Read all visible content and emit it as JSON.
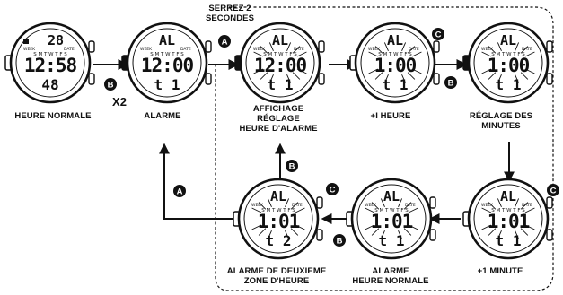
{
  "top_note": [
    "SERREZ 2",
    "SECONDES"
  ],
  "press_count": "X2",
  "buttons": {
    "a": "A",
    "b": "B",
    "c": "C"
  },
  "screen_words": {
    "week": "WEEK",
    "date": "DATE",
    "alarm": "AL"
  },
  "weekdays": "S M T W T F S",
  "watches": [
    {
      "id": "w1",
      "top": "28",
      "main": "12:58",
      "bottom": "48",
      "label": [
        "HEURE NORMALE"
      ]
    },
    {
      "id": "w2",
      "top": "AL",
      "main": "12:00",
      "bottom": "t 1",
      "label": [
        "ALARME"
      ]
    },
    {
      "id": "w3",
      "top": "AL",
      "main": "12:00",
      "bottom": "t 1",
      "label": [
        "AFFICHAGE",
        "RÉGLAGE",
        "HEURE D'ALARME"
      ]
    },
    {
      "id": "w4",
      "top": "AL",
      "main": "1:00",
      "bottom": "t 1",
      "label": [
        "+I HEURE"
      ]
    },
    {
      "id": "w5",
      "top": "AL",
      "main": "1:00",
      "bottom": "t 1",
      "label": [
        "RÉGLAGE DES",
        "MINUTES"
      ]
    },
    {
      "id": "w6",
      "top": "AL",
      "main": "1:01",
      "bottom": "t 1",
      "label": [
        "+1 MINUTE"
      ]
    },
    {
      "id": "w7",
      "top": "AL",
      "main": "1:01",
      "bottom": "t 1",
      "label": [
        "ALARME",
        "HEURE NORMALE"
      ]
    },
    {
      "id": "w8",
      "top": "AL",
      "main": "1:01",
      "bottom": "t 2",
      "label": [
        "ALARME DE DEUXIEME",
        "ZONE D'HEURE"
      ]
    }
  ]
}
